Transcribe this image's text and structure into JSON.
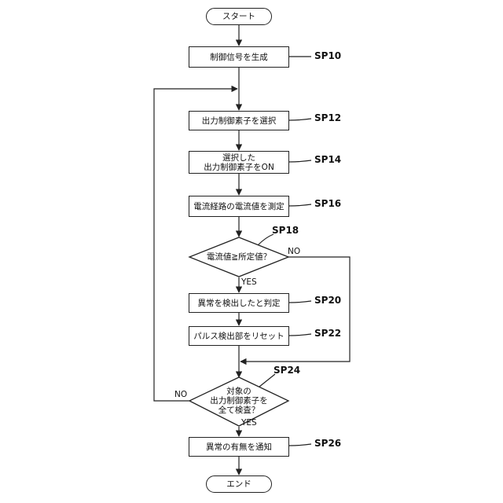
{
  "nodes": {
    "start": "スタート",
    "gen_signal": "制御信号を生成",
    "select_element": "出力制御素子を選択",
    "turn_on": "選択した\n出力制御素子をON",
    "measure": "電流経路の電流値を測定",
    "decision_current": "電流値≧所定値？",
    "judge_abnormal": "異常を検出したと判定",
    "reset_pulse": "パルス検出部をリセット",
    "decision_all": "対象の\n出力制御素子を\n全て検査？",
    "notify": "異常の有無を通知",
    "end": "エンド"
  },
  "steps": {
    "sp10": "SP10",
    "sp12": "SP12",
    "sp14": "SP14",
    "sp16": "SP16",
    "sp18": "SP18",
    "sp20": "SP20",
    "sp22": "SP22",
    "sp24": "SP24",
    "sp26": "SP26"
  },
  "branches": {
    "d1_yes": "YES",
    "d1_no": "NO",
    "d2_yes": "YES",
    "d2_no": "NO"
  }
}
